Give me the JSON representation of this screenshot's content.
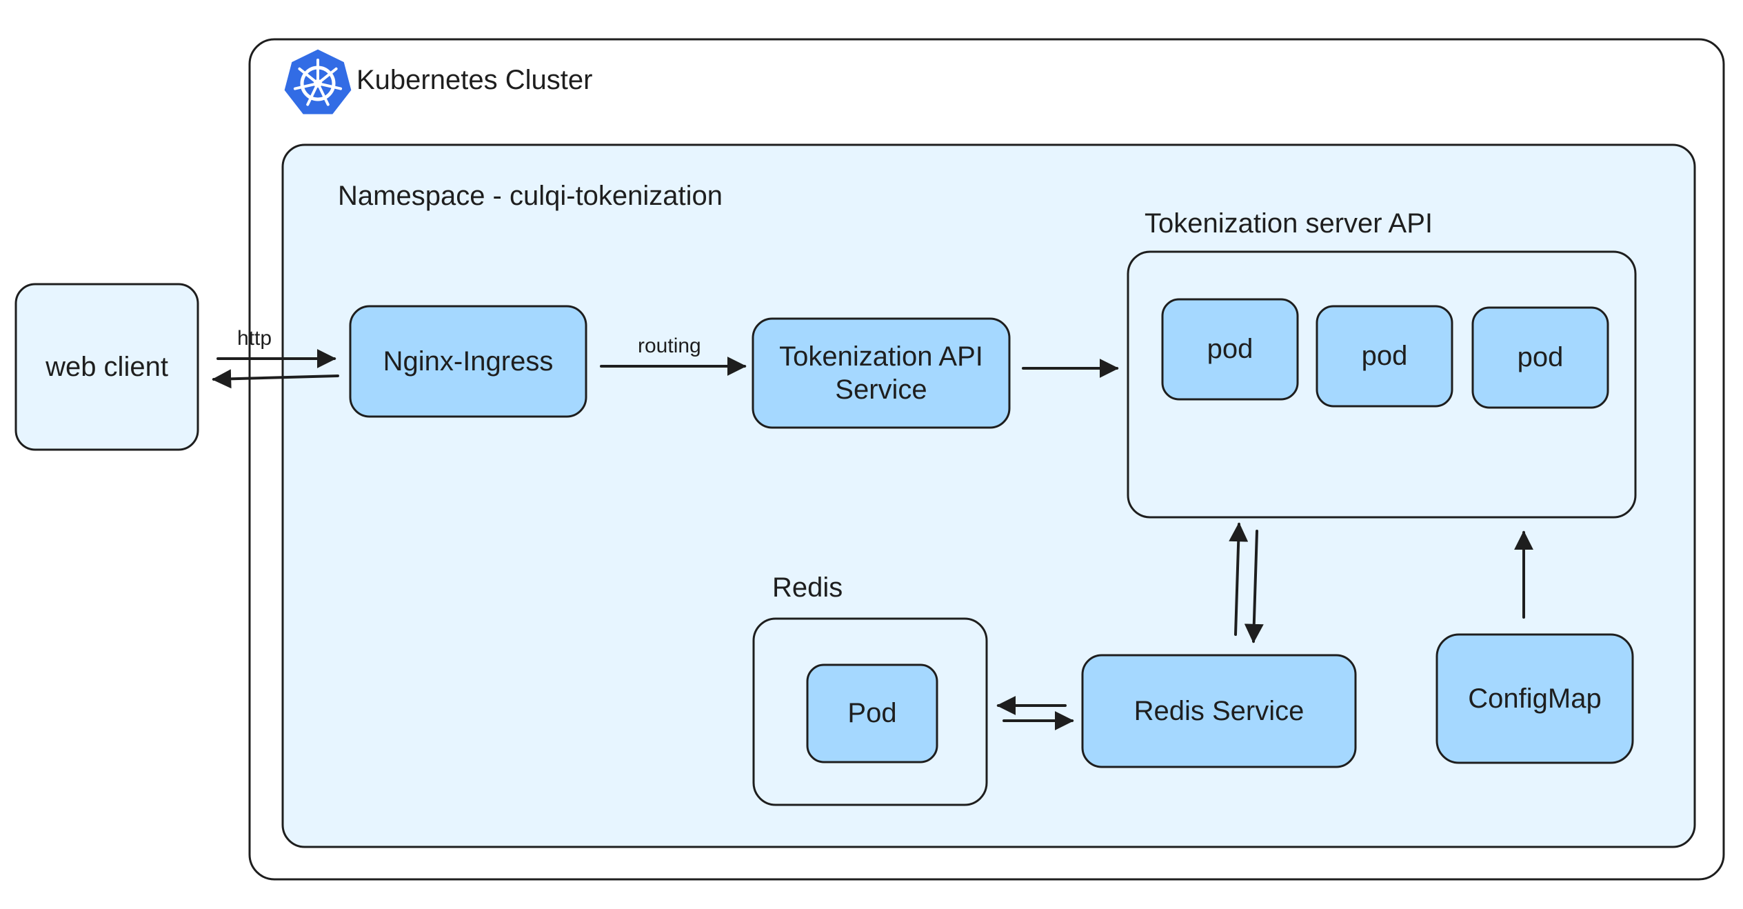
{
  "diagram": {
    "cluster": {
      "title": "Kubernetes Cluster",
      "logo_icon": "kubernetes-logo-icon"
    },
    "namespace": {
      "title": "Namespace - culqi-tokenization"
    },
    "web_client": {
      "label": "web client"
    },
    "http_label": "http",
    "routing_label": "routing",
    "nginx_ingress": {
      "label": "Nginx-Ingress"
    },
    "tokenization_api_service": {
      "line1": "Tokenization API",
      "line2": "Service"
    },
    "tokenization_server": {
      "title": "Tokenization server API",
      "pods": [
        {
          "label": "pod"
        },
        {
          "label": "pod"
        },
        {
          "label": "pod"
        }
      ]
    },
    "redis": {
      "title": "Redis",
      "pod": {
        "label": "Pod"
      }
    },
    "redis_service": {
      "label": "Redis Service"
    },
    "configmap": {
      "label": "ConfigMap"
    }
  },
  "colors": {
    "stroke": "#1e1e1e",
    "namespace_fill": "#e7f5ff",
    "node_fill": "#a5d8ff",
    "kubernetes_blue": "#326ce5"
  }
}
